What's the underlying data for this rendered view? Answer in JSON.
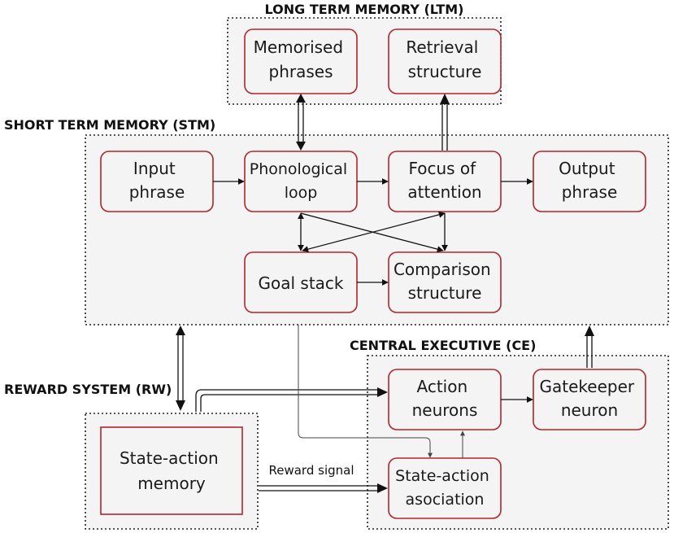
{
  "regions": {
    "ltm": "LONG TERM MEMORY (LTM)",
    "stm": "SHORT TERM MEMORY (STM)",
    "ce": "CENTRAL EXECUTIVE (CE)",
    "rw": "REWARD SYSTEM (RW)"
  },
  "nodes": {
    "memorised": [
      "Memorised",
      "phrases"
    ],
    "retrieval": [
      "Retrieval",
      "structure"
    ],
    "input": [
      "Input",
      "phrase"
    ],
    "phono": [
      "Phonological",
      "loop"
    ],
    "focus": [
      "Focus of",
      "attention"
    ],
    "output": [
      "Output",
      "phrase"
    ],
    "goal": [
      "Goal stack"
    ],
    "comparison": [
      "Comparison",
      "structure"
    ],
    "action": [
      "Action",
      "neurons"
    ],
    "gatekeeper": [
      "Gatekeeper",
      "neuron"
    ],
    "sa_assoc": [
      "State-action",
      "asociation"
    ],
    "sa_memory": [
      "State-action",
      "memory"
    ]
  },
  "edges": {
    "reward_signal": "Reward signal"
  }
}
